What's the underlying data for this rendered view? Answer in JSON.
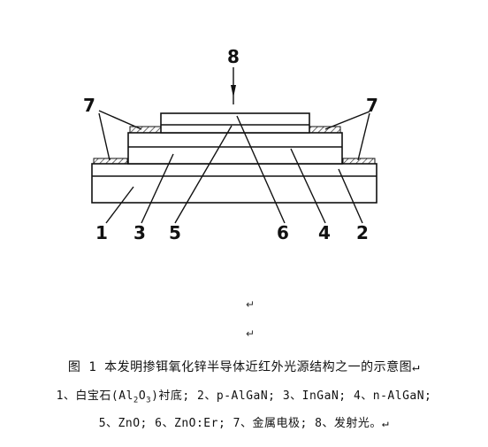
{
  "diagram": {
    "labels": {
      "substrate": "1",
      "p_algan": "2",
      "ingan": "3",
      "n_algan": "4",
      "zno": "5",
      "zno_er": "6",
      "electrode_left": "7",
      "electrode_right": "7",
      "emission": "8"
    }
  },
  "marks": {
    "para1": "↵",
    "para2": "↵"
  },
  "caption": {
    "title": "图 1  本发明掺铒氧化锌半导体近红外光源结构之一的示意图↵",
    "legend_line1_a": "1、白宝石(Al",
    "legend_line1_sub1": "2",
    "legend_line1_b": "O",
    "legend_line1_sub2": "3",
    "legend_line1_c": ")衬底; 2、p-AlGaN;  3、InGaN;  4、n-AlGaN;",
    "legend_line2": "5、ZnO;  6、ZnO:Er;  7、金属电极; 8、发射光。↵"
  }
}
